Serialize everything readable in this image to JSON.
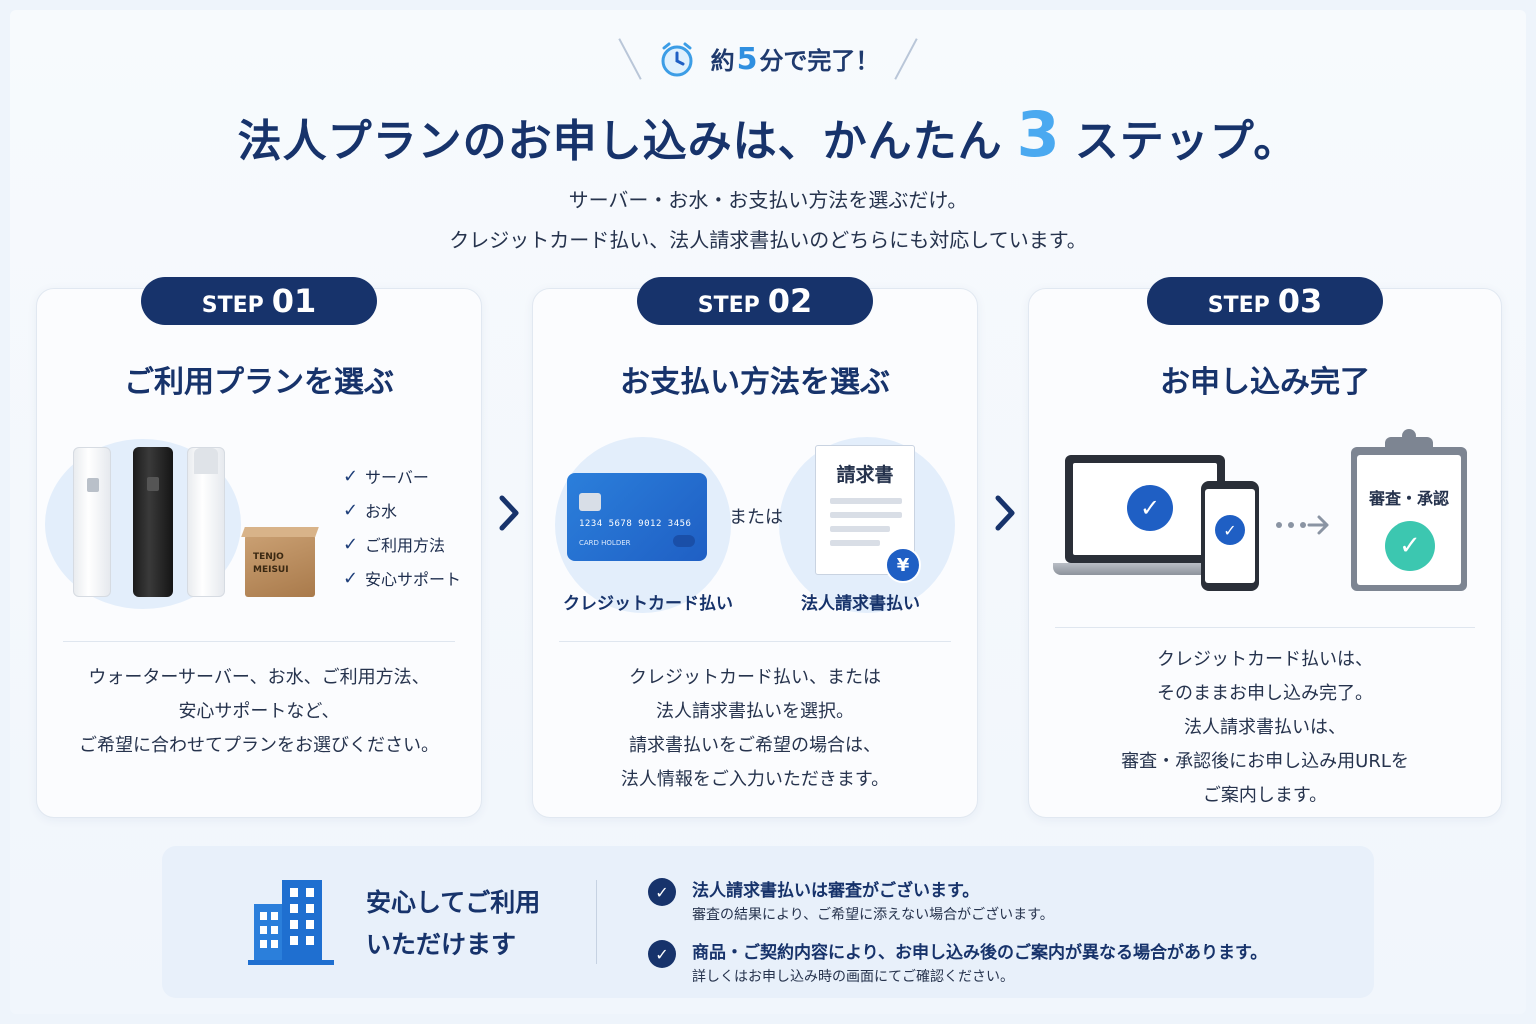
{
  "header": {
    "time_prefix": "約",
    "time_number": "5",
    "time_suffix": "分で完了！",
    "title_before": "法人プランのお申し込みは、かんたん",
    "title_number": "3",
    "title_after": "ステップ。",
    "subtitle_line1": "サーバー・お水・お支払い方法を選ぶだけ。",
    "subtitle_line2": "クレジットカード払い、法人請求書払いのどちらにも対応しています。"
  },
  "steps": [
    {
      "pill_word": "STEP",
      "pill_number": "01",
      "title": "ご利用プランを選ぶ",
      "checklist": [
        "サーバー",
        "お水",
        "ご利用方法",
        "安心サポート"
      ],
      "box_label_line1": "TENJO",
      "box_label_line2": "MEISUI",
      "desc": [
        "ウォーターサーバー、お水、ご利用方法、",
        "安心サポートなど、",
        "ご希望に合わせてプランをお選びください。"
      ]
    },
    {
      "pill_word": "STEP",
      "pill_number": "02",
      "title": "お支払い方法を選ぶ",
      "card_number": "1234  5678  9012  3456",
      "card_holder": "CARD HOLDER",
      "or_text": "または",
      "invoice_title": "請求書",
      "yen_symbol": "¥",
      "label_credit": "クレジットカード払い",
      "label_invoice": "法人請求書払い",
      "desc": [
        "クレジットカード払い、または",
        "法人請求書払いを選択。",
        "請求書払いをご希望の場合は、",
        "法人情報をご入力いただきます。"
      ]
    },
    {
      "pill_word": "STEP",
      "pill_number": "03",
      "title": "お申し込み完了",
      "clipboard_title": "審査・承認",
      "desc": [
        "クレジットカード払いは、",
        "そのままお申し込み完了。",
        "法人請求書払いは、",
        "審査・承認後にお申し込み用URLを",
        "ご案内します。"
      ]
    }
  ],
  "notes": {
    "heading_line1": "安心してご利用",
    "heading_line2": "いただけます",
    "items": [
      {
        "main": "法人請求書払いは審査がございます。",
        "sub": "審査の結果により、ご希望に添えない場合がございます。"
      },
      {
        "main": "商品・ご契約内容により、お申し込み後のご案内が異なる場合があります。",
        "sub": "詳しくはお申し込み時の画面にてご確認ください。"
      }
    ]
  },
  "icons": {
    "clock": "alarm-clock-icon",
    "check": "checkmark-icon",
    "arrow": "chevron-right-icon",
    "building": "office-building-icon"
  },
  "colors": {
    "navy": "#17336b",
    "accent_blue": "#4aa9f0",
    "card_blue": "#1f5fc4",
    "teal_check": "#3cc7b0"
  }
}
